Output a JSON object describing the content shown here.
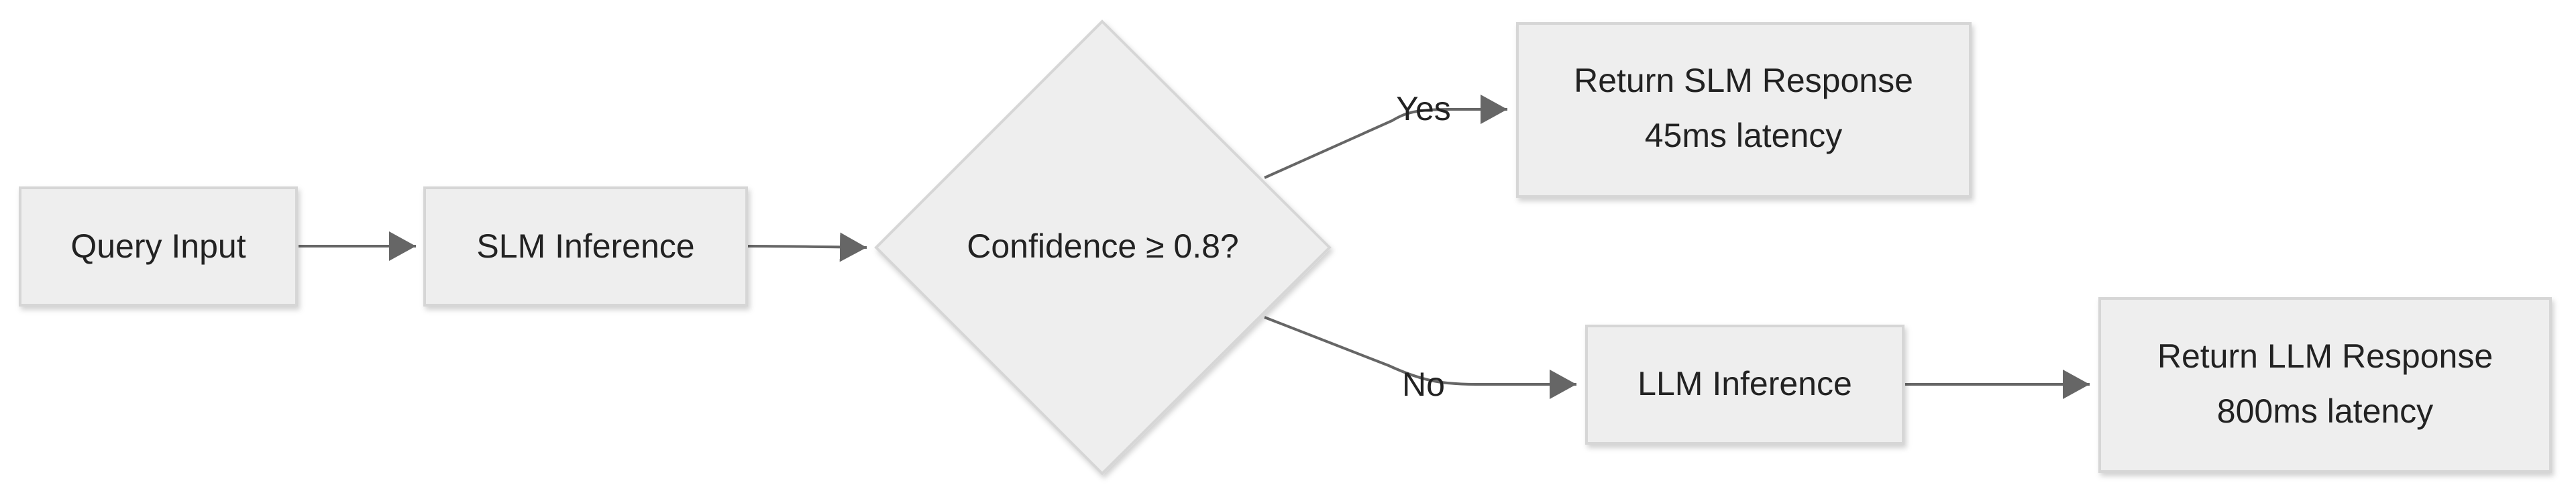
{
  "nodes": {
    "query_input": {
      "label": "Query Input"
    },
    "slm_inference": {
      "label": "SLM Inference"
    },
    "confidence_check": {
      "label": "Confidence ≥ 0.8?"
    },
    "return_slm": {
      "line1": "Return SLM Response",
      "line2": "45ms latency"
    },
    "llm_inference": {
      "label": "LLM Inference"
    },
    "return_llm": {
      "line1": "Return LLM Response",
      "line2": "800ms latency"
    }
  },
  "edges": {
    "yes_label": "Yes",
    "no_label": "No"
  },
  "colors": {
    "node_fill": "#eeeeee",
    "node_border": "#d6d6d6",
    "edge": "#666666",
    "text": "#222222"
  }
}
